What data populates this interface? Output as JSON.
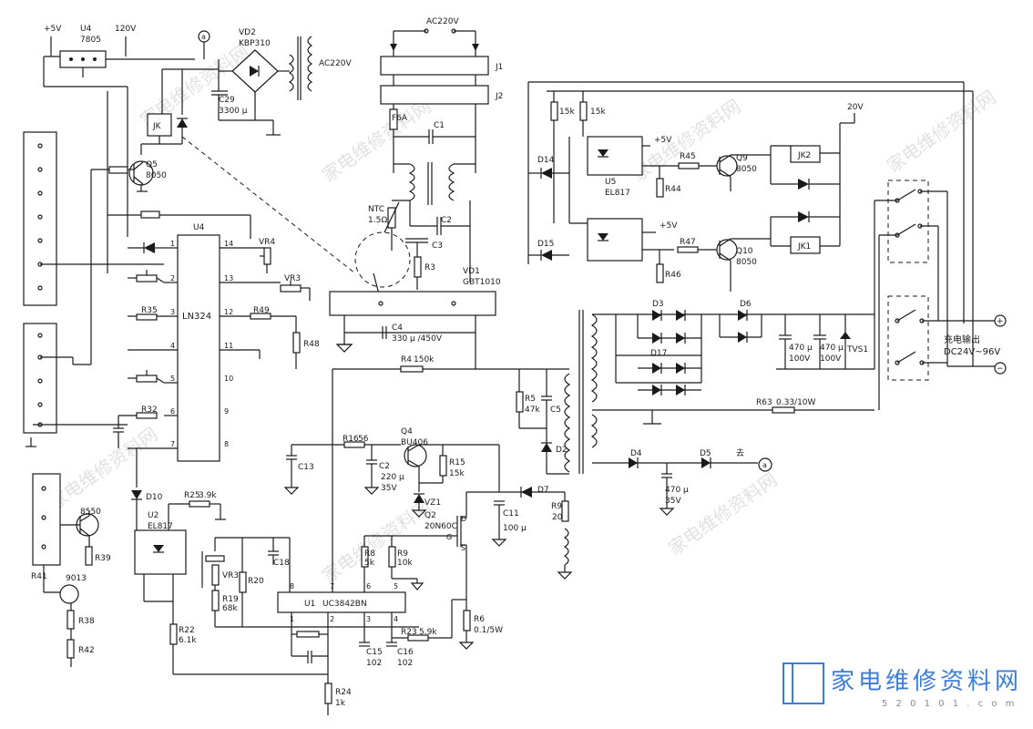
{
  "watermark": {
    "text_cn": "家电维修资料网",
    "url": "5 2 0 1 0 1 . c o m"
  },
  "labels": {
    "plus5v": "+5V",
    "u4_reg": "U4",
    "u4_part": "7805",
    "v120": "120V",
    "vd2": "VD2",
    "vd2_part": "KBP310",
    "c29": "C29",
    "c29_val": "3300 μ",
    "jk": "JK",
    "q5": "Q5",
    "q5_part": "8050",
    "ac220_top": "AC220V",
    "ac220_coil": "AC220V",
    "j1": "J1",
    "j2": "J2",
    "f6a": "F6A",
    "c1": "C1",
    "c2": "C2",
    "c3": "C3",
    "r3": "R3",
    "ntc": "NTC",
    "ntc_val": "1.5Ω",
    "vd1": "VD1",
    "vd1_part": "GBT1010",
    "c4": "C4",
    "c4_val": "330 μ /450V",
    "u4_ic": "U4",
    "ln324": "LN324",
    "vr4": "VR4",
    "vr3a": "VR3",
    "r35": "R35",
    "r49": "R49",
    "r48": "R48",
    "r32": "R32",
    "d10": "D10",
    "u2": "U2",
    "u2_part": "EL817",
    "r25": "R25",
    "r25_val": "3.9k",
    "q8550": "8550",
    "r39": "R39",
    "r41": "R41",
    "q9013": "9013",
    "r38": "R38",
    "r42": "R42",
    "r22": "R22",
    "r22_val": "6.1k",
    "r4": "R4",
    "r4_val": "150k",
    "r16": "R16",
    "r16_val": "56",
    "c13": "C13",
    "q4": "Q4",
    "q4_part": "BU406",
    "c2b": "C2",
    "c2b_val1": "220 μ",
    "c2b_val2": "35V",
    "r15": "R15",
    "r15_val": "15k",
    "vz1": "VZ1",
    "q2": "Q2",
    "q2_part": "20N60C",
    "c11": "C11",
    "c11_val": "100 μ",
    "d7": "D7",
    "r9": "R9",
    "r9_val": "20",
    "r5": "R5",
    "r5_val": "47k",
    "c5": "C5",
    "d2": "D2",
    "vr3b": "VR3",
    "r19": "R19",
    "r19_val": "68k",
    "r20": "R20",
    "c18": "C18",
    "r8": "R8",
    "r8_val": "5k",
    "r9b": "R9",
    "r9b_val": "10k",
    "u1": "U1",
    "u1_part": "UC3842BN",
    "r6": "R6",
    "r6_val": "0.1/5W",
    "r23": "R23",
    "r23_val": "5.9k",
    "c15": "C15",
    "c15_val": "102",
    "c16": "C16",
    "c16_val": "102",
    "r24": "R24",
    "r24_val": "1k",
    "r15k_a": "15k",
    "r15k_b": "15k",
    "v20": "20V",
    "d14": "D14",
    "d15": "D15",
    "u5": "U5",
    "u5_part": "EL817",
    "plus5v_b": "+5V",
    "plus5v_c": "+5V",
    "r45": "R45",
    "r44": "R44",
    "q9": "Q9",
    "q9_part": "8050",
    "jk2": "JK2",
    "r47": "R47",
    "r46": "R46",
    "q10": "Q10",
    "q10_part": "8050",
    "jk1": "JK1",
    "d3": "D3",
    "d6": "D6",
    "d17": "D17",
    "c470a": "470 μ",
    "c470a_v": "100V",
    "c470b": "470 μ",
    "c470b_v": "100V",
    "tvs1": "TVS1",
    "r63": "R63",
    "r63_val": "0.33/10W",
    "d4": "D4",
    "d5": "D5",
    "c470c": "470 μ",
    "c470c_v": "35V",
    "qu": "去",
    "out_title": "充电输出",
    "out_range": "DC24V~96V",
    "node_a": "a",
    "node_a2": "a",
    "plus_sign": "+",
    "minus_sign": "−",
    "pin1": "1",
    "pin2": "2",
    "pin3": "3",
    "pin4": "4",
    "pin5": "5",
    "pin6": "6",
    "pin7": "7",
    "pin8": "8",
    "pin9": "9",
    "pin10": "10",
    "pin11": "11",
    "pin12": "12",
    "pin13": "13",
    "pin14": "14",
    "u1p1": "1",
    "u1p2": "2",
    "u1p3": "3",
    "u1p4": "4",
    "u1p5": "5",
    "u1p6": "6",
    "u1p7": "7",
    "u1p8": "8"
  }
}
